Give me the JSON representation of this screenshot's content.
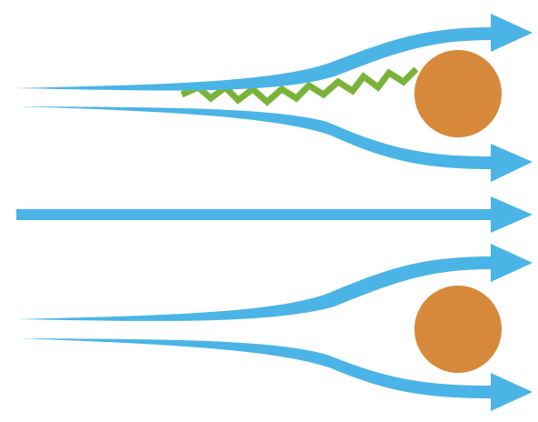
{
  "diagram": {
    "kind": "flow-around-obstacles",
    "text": [],
    "colors": {
      "background": "#ffffff",
      "flow_arrow": "#4bb4e6",
      "obstacle": "#d7893b",
      "tether": "#7ab33a"
    },
    "elements": [
      "upper-flow-arrow-top",
      "upper-flow-arrow-bottom",
      "middle-flow-arrow",
      "lower-flow-arrow-top",
      "lower-flow-arrow-bottom",
      "upper-obstacle",
      "lower-obstacle",
      "zigzag-tether"
    ]
  }
}
